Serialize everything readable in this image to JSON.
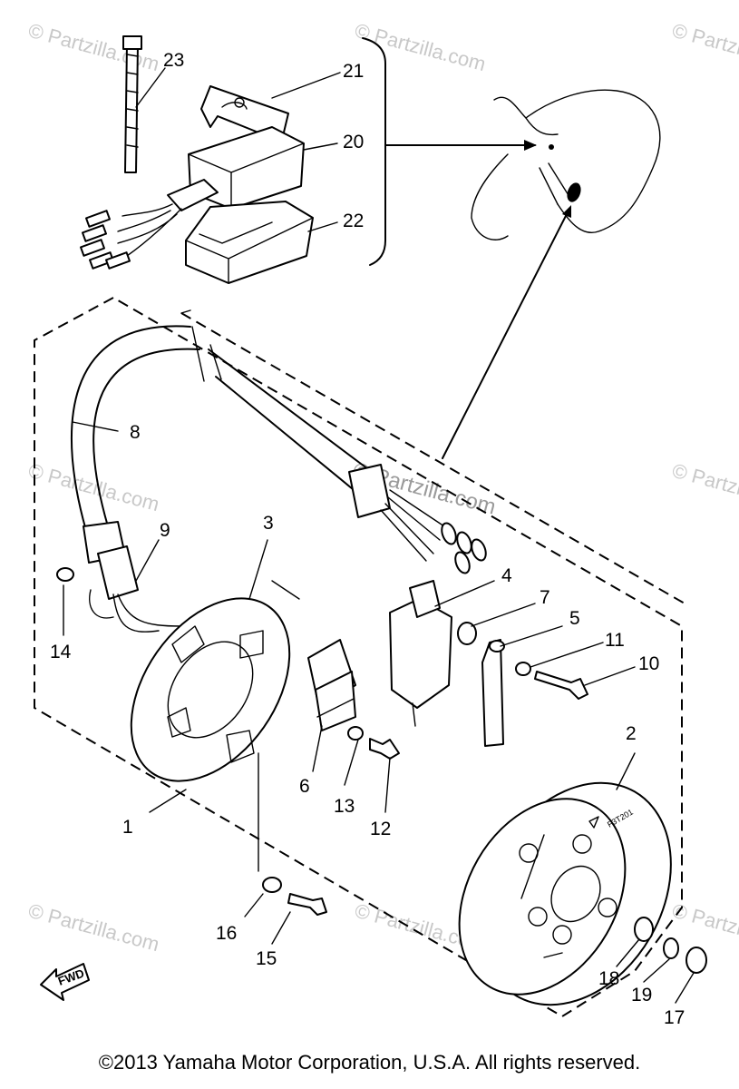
{
  "watermark": "© Partzilla.com",
  "copyright": "©2013  Yamaha Motor Corporation, U.S.A. All rights reserved.",
  "fwd_label": "FWD",
  "flywheel_stamp": "F3T201",
  "callouts": {
    "p1": "1",
    "p2": "2",
    "p3": "3",
    "p4": "4",
    "p5": "5",
    "p6": "6",
    "p7": "7",
    "p8": "8",
    "p9": "9",
    "p10": "10",
    "p11": "11",
    "p12": "12",
    "p13": "13",
    "p14": "14",
    "p15": "15",
    "p16": "16",
    "p17": "17",
    "p18": "18",
    "p19": "19",
    "p20": "20",
    "p21": "21",
    "p22": "22",
    "p23": "23"
  }
}
